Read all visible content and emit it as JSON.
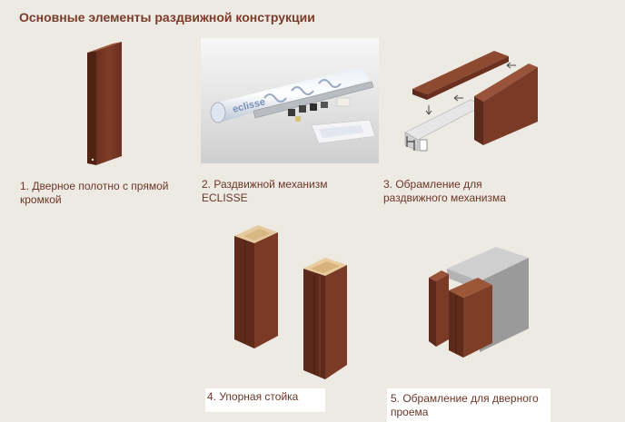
{
  "title": "Основные элементы раздвижной конструкции",
  "captions": {
    "c1_line1": "1. Дверное полотно с прямой",
    "c1_line2": "кромкой",
    "c2_line1": "2. Раздвижной механизм",
    "c2_line2": "ECLISSE",
    "c3_line1": "3. Обрамление для",
    "c3_line2": "раздвижного механизма",
    "c4_line1": "4. Упорная стойка",
    "c5_line1": "5. Обрамление для дверного",
    "c5_line2": "проема"
  },
  "package_brand": "eclisse",
  "colors": {
    "title": "#7b3b2a",
    "caption": "#6d3527",
    "background": "#edeae3",
    "wood": "#7a3a26",
    "wood_dark": "#5c2a1a",
    "wood_light": "#9a5236",
    "metal": "#c9c9c9"
  }
}
